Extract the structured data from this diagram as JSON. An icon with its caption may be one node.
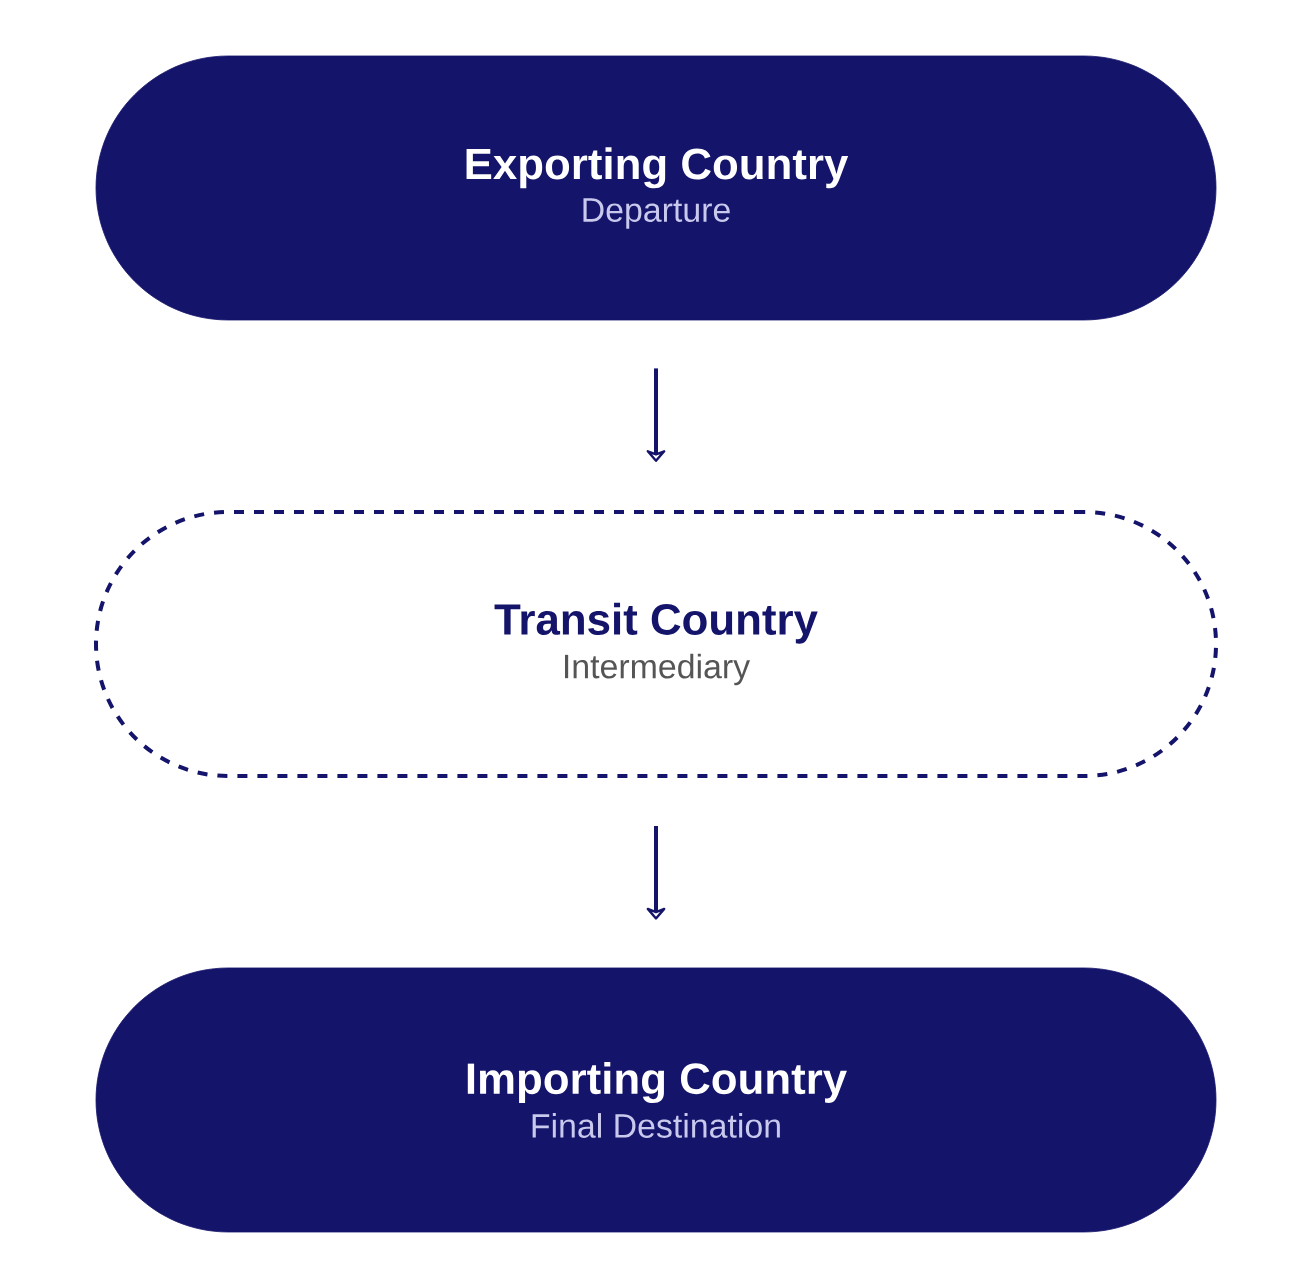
{
  "diagram": {
    "nodes": [
      {
        "text": [
          "Exporting Country",
          "Departure"
        ]
      },
      {
        "text": [
          "Transit Country",
          "Intermediary"
        ]
      },
      {
        "text": [
          "Importing Country",
          "Final Destination"
        ]
      }
    ],
    "edges": [
      {
        "from": 0,
        "to": 1,
        "arrow": "to"
      },
      {
        "from": 1,
        "to": 2,
        "arrow": "to"
      }
    ]
  }
}
